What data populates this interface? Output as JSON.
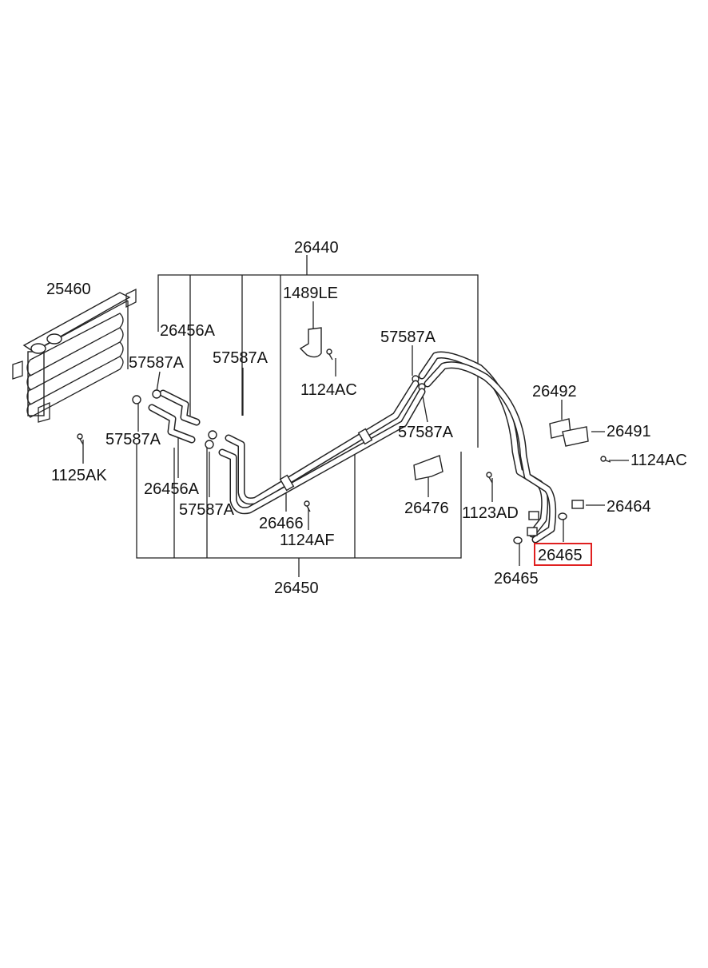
{
  "labels": {
    "l26440": "26440",
    "l25460": "25460",
    "l1489LE": "1489LE",
    "l26456A_top": "26456A",
    "l57587A_a": "57587A",
    "l57587A_b": "57587A",
    "l57587A_c": "57587A",
    "l1124AC_a": "1124AC",
    "l26492": "26492",
    "l57587A_d": "57587A",
    "l57587A_e": "57587A",
    "l26491": "26491",
    "l1125AK": "1125AK",
    "l1124AC_b": "1124AC",
    "l26456A_bot": "26456A",
    "l26476": "26476",
    "l1123AD": "1123AD",
    "l57587A_f": "57587A",
    "l26464": "26464",
    "l26466": "26466",
    "l1124AF": "1124AF",
    "l26465_box": "26465",
    "l26465": "26465",
    "l26450": "26450"
  },
  "colors": {
    "highlight": "#e02020",
    "line": "#222222"
  }
}
